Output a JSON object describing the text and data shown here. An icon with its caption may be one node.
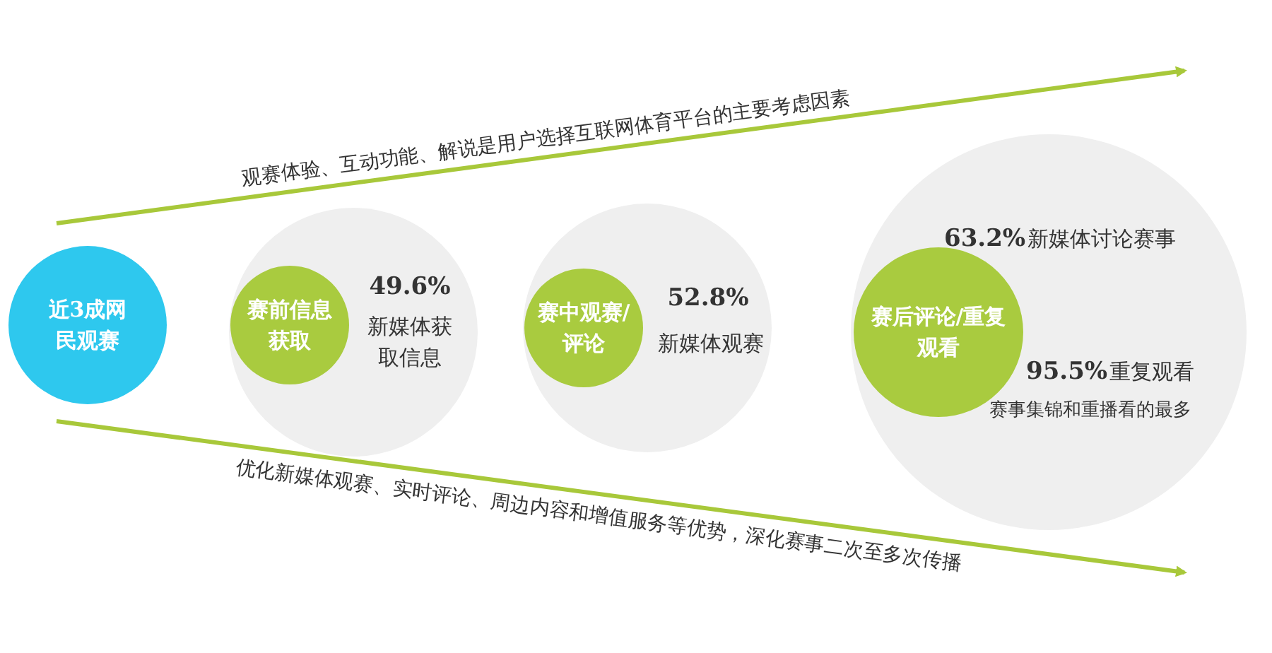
{
  "diagram": {
    "nodes": [
      {
        "text": [
          "近3成网民观赛"
        ]
      },
      {
        "text": [
          "49.6%",
          "新媒体获取信息"
        ]
      },
      {
        "text": [
          "赛前信息获取"
        ],
        "in": 1
      },
      {
        "text": [
          "52.8%",
          "新媒体观赛"
        ]
      },
      {
        "text": [
          "赛中观赛/评论"
        ],
        "in": 3
      },
      {
        "text": [
          "63.2%",
          "新媒体讨论赛事",
          "95.5%",
          "重复观看",
          "赛事集锦和重播看的最多"
        ]
      },
      {
        "text": [
          "赛后评论/重复观看"
        ],
        "in": 5
      }
    ],
    "labels": [
      "观赛体验、互动功能、解说是用户选择互联网体育平台的主要考虑因素",
      "优化新媒体观赛、实时评论、周边内容和增值服务等优势，深化赛事二次至多次传播"
    ]
  }
}
